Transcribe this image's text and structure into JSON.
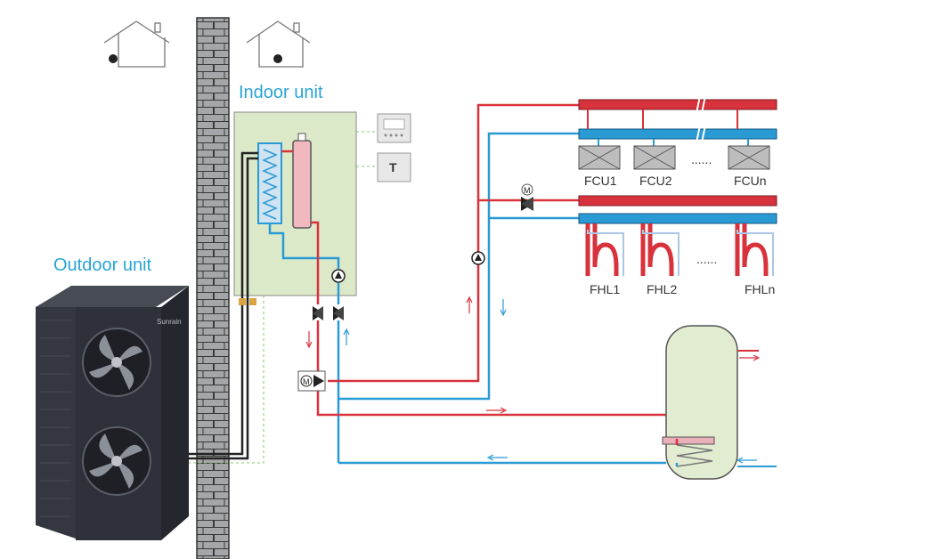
{
  "labels": {
    "indoor_unit": "Indoor unit",
    "outdoor_unit": "Outdoor unit",
    "brand": "Sunrain",
    "thermostat": "T",
    "fcu": [
      "FCU1",
      "FCU2",
      "FCUn"
    ],
    "fhl": [
      "FHL1",
      "FHL2",
      "FHLn"
    ],
    "ellipsis": "......",
    "motor_valve": "M"
  },
  "colors": {
    "hot_pipe": "#d8323c",
    "cold_pipe": "#2a9ad4",
    "label_blue": "#29a3d6",
    "indoor_panel": "#dbe9c9",
    "tank": "#e2ecd0",
    "wall": "#a7a9ac",
    "unit_body": "#2e3139"
  },
  "icons": [
    "house-icon",
    "pump-icon",
    "motor-valve-icon",
    "shutoff-valve-icon",
    "fan-icon",
    "thermostat-icon",
    "controller-icon"
  ]
}
